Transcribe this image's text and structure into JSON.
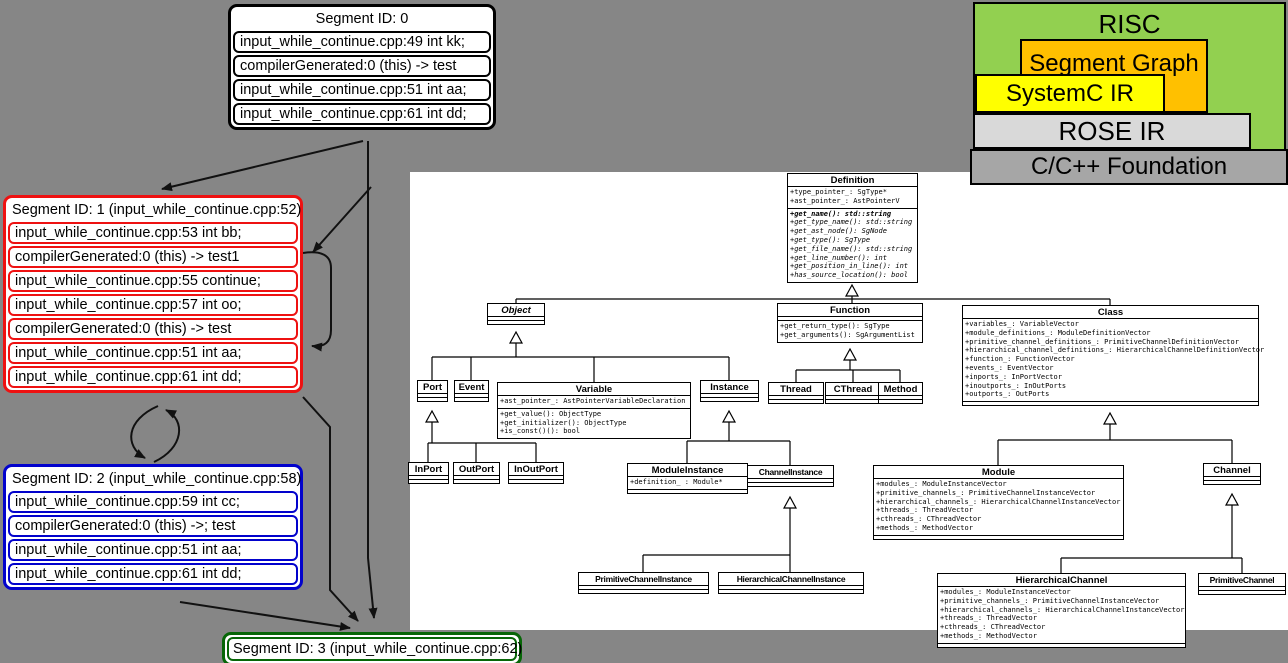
{
  "layers": {
    "risc": "RISC",
    "segment_graph": "Segment Graph",
    "systemc_ir": "SystemC IR",
    "rose_ir": "ROSE IR",
    "foundation": "C/C++ Foundation",
    "colors": {
      "risc_green": "#92d050",
      "segment_graph_orange": "#ffc000",
      "systemc_yellow": "#ffff00",
      "rose_light_gray": "#d9d9d9",
      "foundation_gray": "#a6a6a6"
    }
  },
  "segments": {
    "seg0": {
      "title": "Segment ID: 0",
      "border_color": "#000000",
      "rows": [
        "input_while_continue.cpp:49 int kk;",
        "compilerGenerated:0 (this) -> test",
        "input_while_continue.cpp:51 int aa;",
        "input_while_continue.cpp:61 int dd;"
      ]
    },
    "seg1": {
      "title": "Segment ID: 1 (input_while_continue.cpp:52)",
      "border_color": "#ee1111",
      "rows": [
        "input_while_continue.cpp:53 int bb;",
        "compilerGenerated:0 (this) -> test1",
        "input_while_continue.cpp:55 continue;",
        "input_while_continue.cpp:57 int oo;",
        "compilerGenerated:0 (this) -> test",
        "input_while_continue.cpp:51 int aa;",
        "input_while_continue.cpp:61 int dd;"
      ]
    },
    "seg2": {
      "title": "Segment ID: 2 (input_while_continue.cpp:58)",
      "border_color": "#0202cc",
      "rows": [
        "input_while_continue.cpp:59 int cc;",
        "compilerGenerated:0 (this) ->; test",
        "input_while_continue.cpp:51 int aa;",
        "input_while_continue.cpp:61 int dd;"
      ]
    },
    "seg3": {
      "title": "Segment ID: 3 (input_while_continue.cpp:62)",
      "border_color": "#076607"
    }
  },
  "uml": {
    "definition": {
      "title": "Definition",
      "attrs": [
        "+type_pointer_: SgType*",
        "+ast_pointer_: AstPointerV"
      ],
      "methods": [
        "+get_name(): std::string",
        "+get_type_name(): std::string",
        "+get_ast_node(): SgNode",
        "+get_type(): SgType",
        "+get_file_name(): std::string",
        "+get_line_number(): int",
        "+get_position_in_line(): int",
        "+has_source_location(): bool"
      ]
    },
    "object": {
      "title": "Object"
    },
    "function": {
      "title": "Function",
      "methods": [
        "+get_return_type(): SgType",
        "+get_arguments(): SgArgumentList"
      ]
    },
    "class": {
      "title": "Class",
      "attrs": [
        "+variables_: VariableVector",
        "+module_definitions_: ModuleDefinitionVector",
        "+primitive_channel_definitions_: PrimitiveChannelDefinitionVector",
        "+hierarchical_channel_definitions_: HierarchicalChannelDefinitionVector",
        "+function_: FunctionVector",
        "+events_: EventVector",
        "+inports_: InPortVector",
        "+inoutports_: InOutPorts",
        "+outports_: OutPorts"
      ]
    },
    "port": {
      "title": "Port"
    },
    "event": {
      "title": "Event"
    },
    "variable": {
      "title": "Variable",
      "attrs": [
        "+ast_pointer_: AstPointerVariableDeclaration"
      ],
      "methods": [
        "+get_value(): ObjectType",
        "+get_initializer(): ObjectType",
        "+is_const()(): bool"
      ]
    },
    "instance": {
      "title": "Instance"
    },
    "thread": {
      "title": "Thread"
    },
    "cthread": {
      "title": "CThread"
    },
    "method": {
      "title": "Method"
    },
    "inport": {
      "title": "InPort"
    },
    "outport": {
      "title": "OutPort"
    },
    "inoutport": {
      "title": "InOutPort"
    },
    "module_instance": {
      "title": "ModuleInstance",
      "attrs": [
        "+definition_ : Module*"
      ]
    },
    "channel_instance": {
      "title": "ChannelInstance"
    },
    "module": {
      "title": "Module",
      "attrs": [
        "+modules_: ModuleInstanceVector",
        "+primitive_channels_: PrimitiveChannelInstanceVector",
        "+hierarchical_channels_: HierarchicalChannelInstanceVector",
        "+threads_: ThreadVector",
        "+cthreads_: CThreadVector",
        "+methods_: MethodVector"
      ]
    },
    "channel": {
      "title": "Channel"
    },
    "primitive_channel_instance": {
      "title": "PrimitiveChannelInstance"
    },
    "hierarchical_channel_instance": {
      "title": "HierarchicalChannelInstance"
    },
    "hierarchical_channel": {
      "title": "HierarchicalChannel",
      "attrs": [
        "+modules_: ModuleInstanceVector",
        "+primitive_channels_: PrimitiveChannelInstanceVector",
        "+hierarchical_channels_: HierarchicalChannelInstanceVector",
        "+threads_: ThreadVector",
        "+cthreads_: CThreadVector",
        "+methods_: MethodVector"
      ]
    },
    "primitive_channel": {
      "title": "PrimitiveChannel"
    }
  }
}
